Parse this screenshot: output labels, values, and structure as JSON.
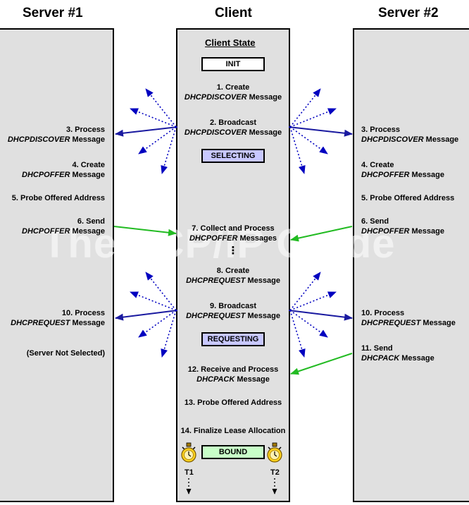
{
  "headers": {
    "server1": "Server #1",
    "client": "Client",
    "server2": "Server #2"
  },
  "client_state_title": "Client State",
  "states": {
    "init": "INIT",
    "selecting": "SELECTING",
    "requesting": "REQUESTING",
    "bound": "BOUND"
  },
  "state_colors": {
    "init": "#ffffff",
    "selecting": "#c8c8ff",
    "requesting": "#c8c8ff",
    "bound": "#c8ffc8"
  },
  "arrow_colors": {
    "broadcast": "#1a1aa0",
    "offer": "#22bb22",
    "dotted": "#0000c0"
  },
  "watermark": "The TCP/IP Guide",
  "client_steps": {
    "s1": {
      "l1": "1. Create",
      "msg": "DHCPDISCOVER",
      "rest": " Message"
    },
    "s2": {
      "l1": "2. Broadcast",
      "msg": "DHCPDISCOVER",
      "rest": " Message"
    },
    "s7": {
      "l1": "7. Collect and Process",
      "msg": "DHCPOFFER",
      "rest": " Messages"
    },
    "s8": {
      "l1": "8. Create",
      "msg": "DHCPREQUEST",
      "rest": " Message"
    },
    "s9": {
      "l1": "9. Broadcast",
      "msg": "DHCPREQUEST",
      "rest": " Message"
    },
    "s12": {
      "l1": "12. Receive and Process",
      "msg": "DHCPACK",
      "rest": " Message"
    },
    "s13": "13. Probe Offered Address",
    "s14": "14. Finalize Lease Allocation",
    "ellipsis": "⋮"
  },
  "server1_steps": {
    "s3": {
      "l1": "3. Process",
      "msg": "DHCPDISCOVER",
      "rest": " Message"
    },
    "s4": {
      "l1": "4. Create",
      "msg": "DHCPOFFER",
      "rest": " Message"
    },
    "s5": "5. Probe Offered Address",
    "s6": {
      "l1": "6. Send",
      "msg": "DHCPOFFER",
      "rest": " Message"
    },
    "s10": {
      "l1": "10. Process",
      "msg": "DHCPREQUEST",
      "rest": " Message"
    },
    "not_selected": "(Server Not Selected)"
  },
  "server2_steps": {
    "s3": {
      "l1": "3. Process",
      "msg": "DHCPDISCOVER",
      "rest": " Message"
    },
    "s4": {
      "l1": "4. Create",
      "msg": "DHCPOFFER",
      "rest": " Message"
    },
    "s5": "5. Probe Offered Address",
    "s6": {
      "l1": "6. Send",
      "msg": "DHCPOFFER",
      "rest": " Message"
    },
    "s10": {
      "l1": "10. Process",
      "msg": "DHCPREQUEST",
      "rest": " Message"
    },
    "s11": {
      "l1": "11. Send",
      "msg": "DHCPACK",
      "rest": " Message"
    }
  },
  "timers": {
    "t1": "T1",
    "t2": "T2"
  }
}
